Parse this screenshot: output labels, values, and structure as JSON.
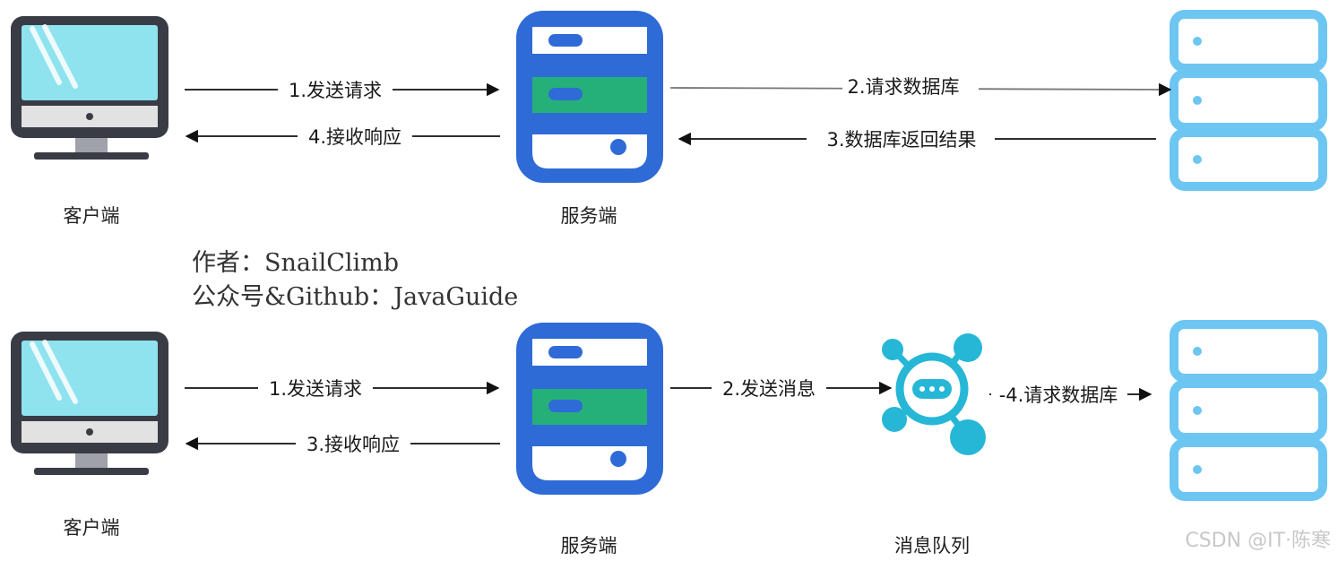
{
  "top": {
    "client_label": "客户端",
    "server_label": "服务端",
    "arrow_request": "1.发送请求",
    "arrow_response": "4.接收响应",
    "arrow_db_request": "2.请求数据库",
    "arrow_db_return": "3.数据库返回结果"
  },
  "author": {
    "line1": "作者：SnailClimb",
    "line2": "公众号&Github：JavaGuide"
  },
  "bottom": {
    "client_label": "客户端",
    "server_label": "服务端",
    "mq_label": "消息队列",
    "arrow_request": "1.发送请求",
    "arrow_response": "3.接收响应",
    "arrow_send_msg": "2.发送消息",
    "arrow_db_request": "-4.请求数据库"
  },
  "watermark": "CSDN @IT·陈寒",
  "icons": {
    "client": "desktop-computer-icon",
    "server": "server-phone-icon",
    "database": "database-stack-icon",
    "queue": "message-queue-hub-icon"
  },
  "colors": {
    "server_blue": "#2f6bd6",
    "server_green": "#25b07a",
    "db_blue": "#6dc6f2",
    "monitor_dark": "#3a3c45",
    "monitor_screen": "#8ee3ee",
    "monitor_chin": "#e2e2e2",
    "mq_cyan": "#27b7d6"
  }
}
